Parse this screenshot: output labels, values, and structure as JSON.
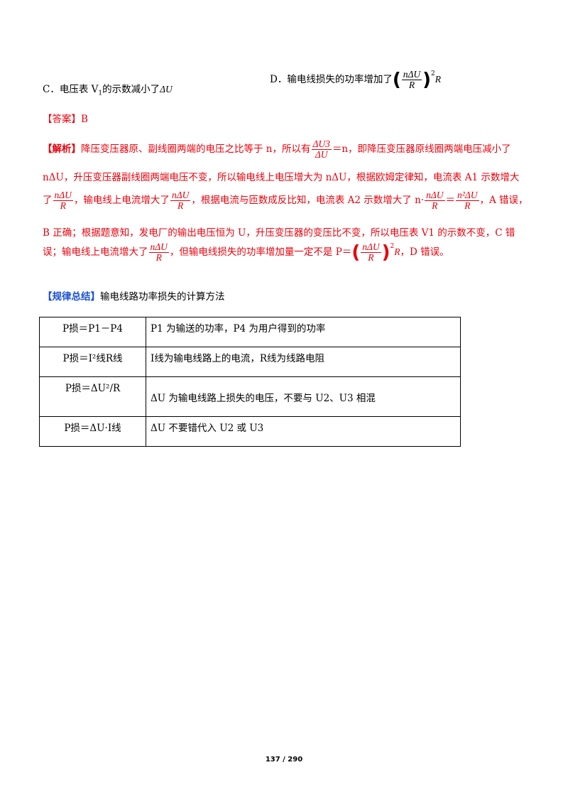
{
  "options": {
    "c_label": "C．电压表 V",
    "c_sub": "1",
    "c_text": "的示数减小了",
    "c_du": "ΔU",
    "d_label": "D．输电线损失的功率增加了",
    "d_frac_num": "nΔU",
    "d_frac_den": "R",
    "d_exp": "2",
    "d_tail": "R"
  },
  "answer": {
    "label": "【答案】B"
  },
  "analysis": {
    "label": "【解析】",
    "line1_a": "降压变压器原、副线圈两端的电压之比等于 n，所以有",
    "line1_frac_num": "ΔU3",
    "line1_frac_den": "ΔU",
    "line1_b": "＝n，即降压变压器原线圈两端电压减小了",
    "line2": "nΔU，升压变压器副线圈两端电压不变，所以输电线上电压增大为 nΔU，根据欧姆定律知，电流表 A1 示数增大",
    "line3_a": "了",
    "line3_b": "，输电线上电流增大了",
    "line3_c": "，根据电流与匝数成反比知，电流表 A2 示数增大了 n·",
    "line3_d": "＝",
    "line3_frac2_num": "n²ΔU",
    "line3_e": "，A 错误，",
    "line4": "B 正确；根据题意知，发电厂的输出电压恒为 U，升压变压器的变压比不变，所以电压表 V1 的示数不变，C 错",
    "line5_a": "误；输电线上电流增大了",
    "line5_b": "，但输电线损失的功率增加量一定不是 P＝",
    "line5_c": "，D 错误。",
    "frac_num": "nΔU",
    "frac_den": "R",
    "exp": "2",
    "R": "R"
  },
  "summary": {
    "label": "【规律总结】",
    "title": "输电线路功率损失的计算方法",
    "rows": [
      {
        "formula": "P损＝P1－P4",
        "desc": "P1 为输送的功率，P4 为用户得到的功率"
      },
      {
        "formula": "P损＝I²线R线",
        "desc": "I线为输电线路上的电流，R线为线路电阻"
      },
      {
        "formula": "P损＝ΔU²/R",
        "desc": "ΔU 为输电线路上损失的电压，不要与 U2、U3 相混"
      },
      {
        "formula": "P损＝ΔU·I线",
        "desc": "ΔU 不要错代入 U2 或 U3"
      }
    ]
  },
  "footer": {
    "page": "137 / 290"
  },
  "colors": {
    "red": "#e8000b",
    "blue": "#1a4fd6"
  }
}
